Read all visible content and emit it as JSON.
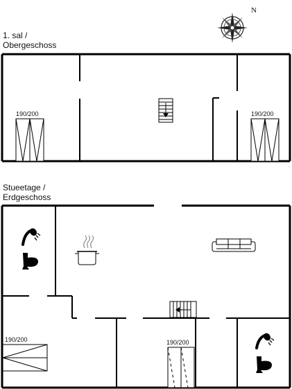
{
  "compass": {
    "north_label": "N",
    "icon": "compass-rose-icon"
  },
  "floors": {
    "upper": {
      "line1": "1. sal /",
      "line2": "Obergeschoss"
    },
    "ground": {
      "line1": "Stueetage /",
      "line2": "Erdgeschoss"
    }
  },
  "beds": {
    "upper_left": "190/200",
    "upper_right": "190/200",
    "ground_left": "190/200",
    "ground_center": "190/200"
  },
  "icons": {
    "shower": "shower-icon",
    "toilet": "toilet-icon",
    "cooking_pot": "cooking-pot-icon",
    "sofa": "sofa-icon",
    "staircase": "staircase-icon",
    "bed": "bed-icon"
  },
  "colors": {
    "wall": "#000000",
    "line": "#222222",
    "background": "#ffffff"
  }
}
